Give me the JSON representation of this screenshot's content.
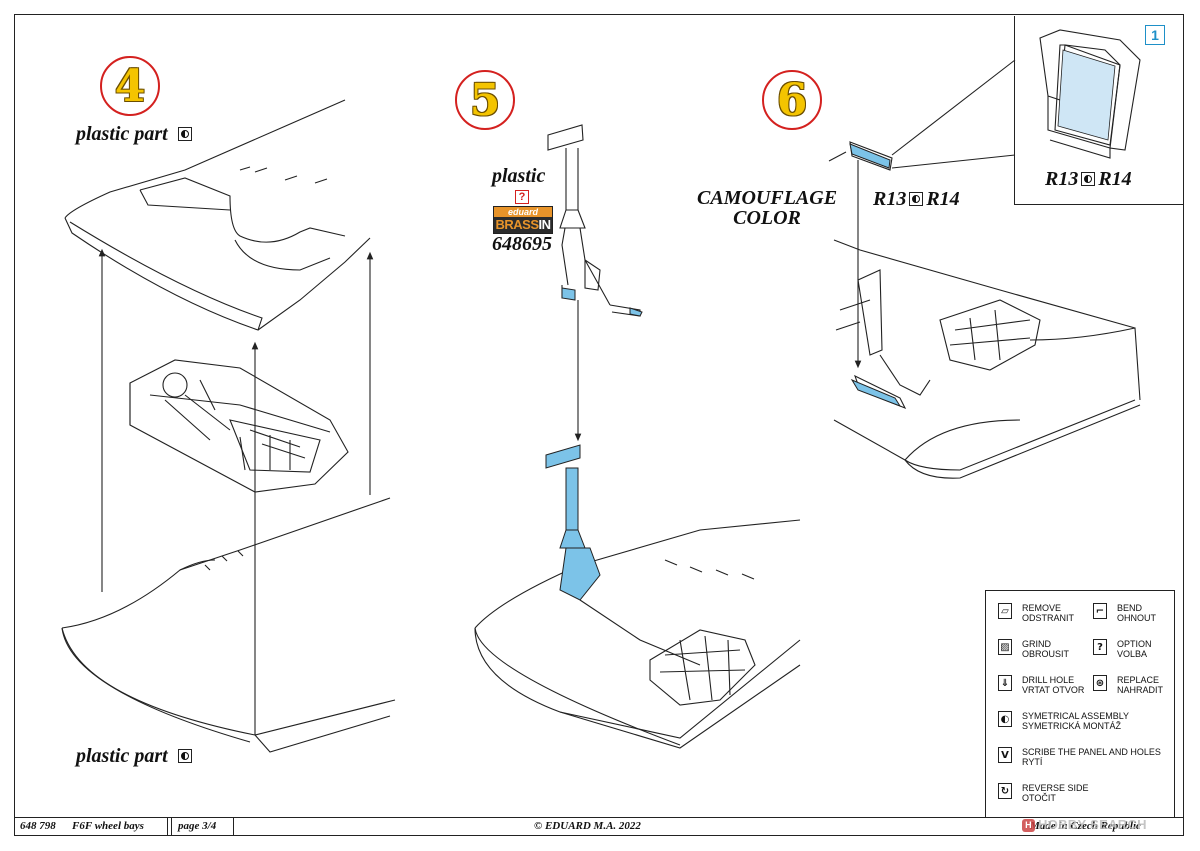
{
  "steps": [
    {
      "number": "4",
      "label": "plastic part",
      "bottom_label": "plastic part"
    },
    {
      "number": "5",
      "label": "plastic",
      "option_mark": "?",
      "brassin_brand": "eduard",
      "brassin_word_a": "BRASS",
      "brassin_word_b": "IN",
      "part_number": "648695"
    },
    {
      "number": "6",
      "paint_note_line1": "CAMOUFLAGE",
      "paint_note_line2": "COLOR",
      "part_a": "R13",
      "part_b": "R14"
    }
  ],
  "inset": {
    "callout_number": "1",
    "part_a": "R13",
    "part_b": "R14"
  },
  "legend": {
    "items": [
      {
        "icon": "remove-icon",
        "glyph": "▱",
        "line1": "REMOVE",
        "line2": "ODSTRANIT"
      },
      {
        "icon": "bend-icon",
        "glyph": "⌐",
        "line1": "BEND",
        "line2": "OHNOUT"
      },
      {
        "icon": "grind-icon",
        "glyph": "▨",
        "line1": "GRIND",
        "line2": "OBROUSIT"
      },
      {
        "icon": "option-icon",
        "glyph": "?",
        "line1": "OPTION",
        "line2": "VOLBA"
      },
      {
        "icon": "drill-hole-icon",
        "glyph": "⇓",
        "line1": "DRILL HOLE",
        "line2": "VRTAT OTVOR"
      },
      {
        "icon": "replace-icon",
        "glyph": "⊛",
        "line1": "REPLACE",
        "line2": "NAHRADIT"
      },
      {
        "icon": "symmetrical-icon",
        "glyph": "◐",
        "line1": "SYMETRICAL ASSEMBLY",
        "line2": "SYMETRICKÁ MONTÁŽ"
      },
      {
        "icon": "scribe-icon",
        "glyph": "V",
        "line1": "SCRIBE THE PANEL AND HOLES",
        "line2": "RYTÍ"
      },
      {
        "icon": "reverse-side-icon",
        "glyph": "↻",
        "line1": "REVERSE SIDE",
        "line2": "OTOČIT"
      }
    ]
  },
  "footer": {
    "code": "648 798",
    "title": "F6F wheel bays",
    "page": "page 3/4",
    "copyright": "© EDUARD  M.A. 2022",
    "made_in": "Made in Czech Republic"
  },
  "watermark": {
    "text": "HOBBY SEARCH",
    "badge": "H"
  },
  "colors": {
    "step_circle": "#d4211f",
    "step_digit": "#f4c400",
    "part_highlight": "#7cc3e8",
    "callout": "#1e90c8",
    "brassin_orange": "#e8942a"
  }
}
